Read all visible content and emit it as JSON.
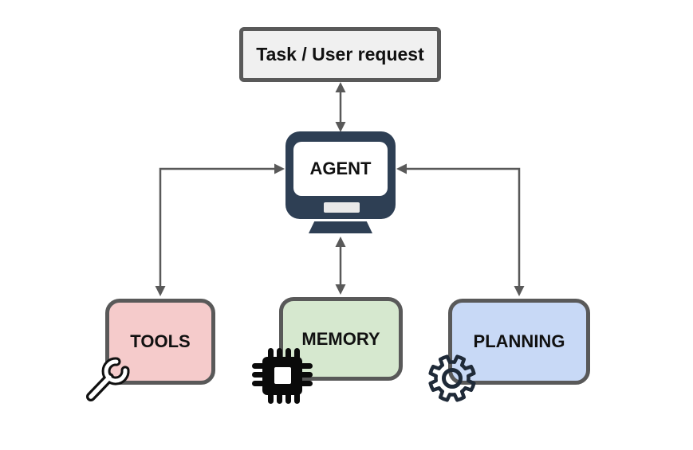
{
  "diagram": {
    "task_box": {
      "label": "Task / User request",
      "fill": "#f0f0f0",
      "border": "#595959"
    },
    "agent": {
      "label": "AGENT",
      "body_color": "#2e3f54",
      "screen_color": "#ffffff",
      "icon": "monitor-icon"
    },
    "modules": [
      {
        "label": "TOOLS",
        "fill": "#f5cbcb",
        "icon": "wrench-icon"
      },
      {
        "label": "MEMORY",
        "fill": "#d6e8cf",
        "icon": "chip-icon"
      },
      {
        "label": "PLANNING",
        "fill": "#c8d9f6",
        "icon": "gear-icon"
      }
    ],
    "connections": [
      {
        "from": "task-user-request",
        "to": "agent",
        "style": "bidirectional-arrow"
      },
      {
        "from": "agent",
        "to": "tools",
        "style": "bidirectional-arrow"
      },
      {
        "from": "agent",
        "to": "memory",
        "style": "bidirectional-arrow"
      },
      {
        "from": "agent",
        "to": "planning",
        "style": "bidirectional-arrow"
      }
    ],
    "colors": {
      "arrow": "#595959",
      "box_border": "#595959",
      "text": "#111111"
    }
  }
}
